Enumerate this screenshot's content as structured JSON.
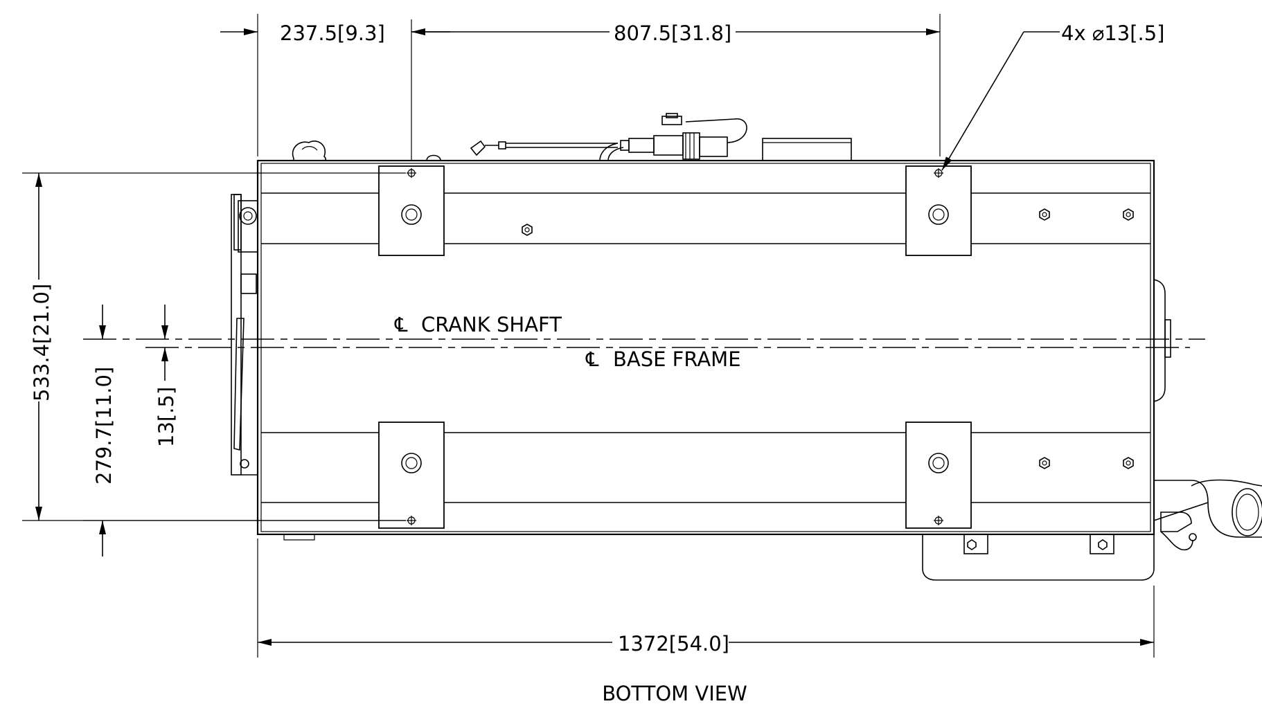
{
  "view_title": "BOTTOM VIEW",
  "dimensions": {
    "left_offset": "237.5[9.3]",
    "bolt_spacing": "807.5[31.8]",
    "hole_callout": "4x ⌀13[.5]",
    "overall_width": "533.4[21.0]",
    "crank_offset": "279.7[11.0]",
    "centerline_offset": "13[.5]",
    "overall_length": "1372[54.0]"
  },
  "centerlines": {
    "crank_shaft": "CRANK SHAFT",
    "base_frame": "BASE FRAME"
  },
  "centerline_symbol": "℄",
  "colors": {
    "line": "#000000",
    "background": "#ffffff"
  }
}
